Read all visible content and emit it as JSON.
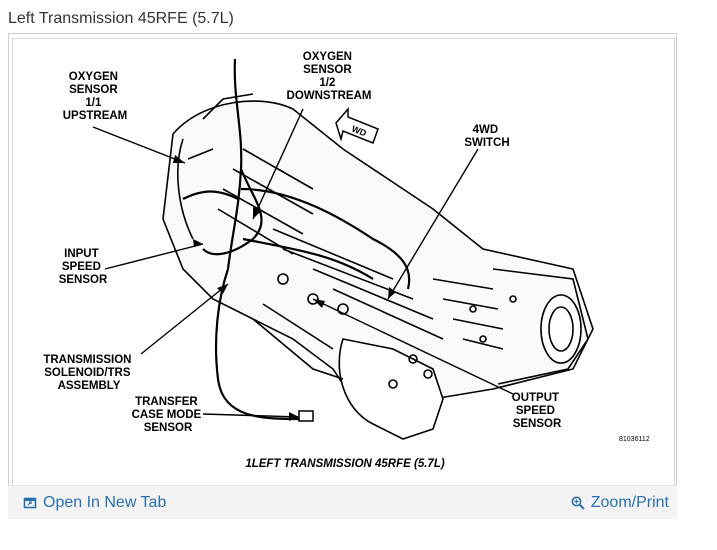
{
  "page": {
    "title": "Left Transmission 45RFE (5.7L)"
  },
  "diagram": {
    "caption": "1LEFT TRANSMISSION 45RFE (5.7L)",
    "code": "81036112",
    "arrow_text": "WD",
    "labels": {
      "o2_upstream": [
        "OXYGEN",
        "SENSOR",
        "1/1",
        "UPSTREAM"
      ],
      "o2_downstream": [
        "OXYGEN",
        "SENSOR",
        "1/2",
        "DOWNSTREAM"
      ],
      "fourwd_switch": [
        "4WD",
        "SWITCH"
      ],
      "input_speed": [
        "INPUT",
        "SPEED",
        "SENSOR"
      ],
      "solenoid": [
        "TRANSMISSION",
        "SOLENOID/TRS",
        "ASSEMBLY"
      ],
      "transfer_case": [
        "TRANSFER",
        "CASE MODE",
        "SENSOR"
      ],
      "output_speed": [
        "OUTPUT",
        "SPEED",
        "SENSOR"
      ]
    }
  },
  "actions": {
    "open_new_tab": "Open In New Tab",
    "zoom_print": "Zoom/Print"
  },
  "colors": {
    "link": "#2a6fb0"
  },
  "icons": {
    "open_new_tab": "external-window-icon",
    "zoom_print": "magnifier-plus-icon"
  }
}
